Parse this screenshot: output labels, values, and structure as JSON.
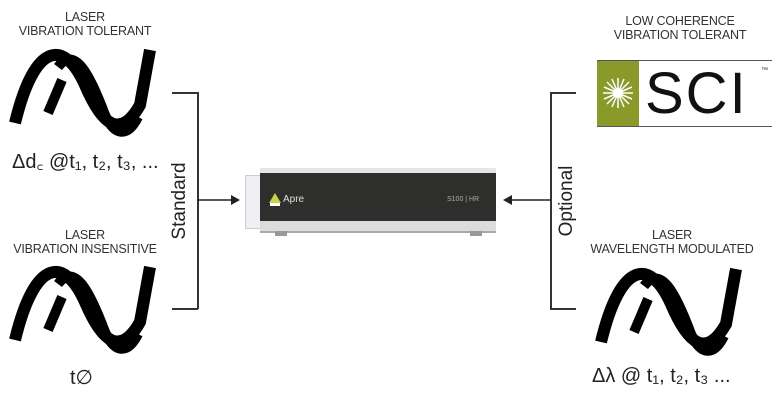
{
  "left_top": {
    "title_line1": "LASER",
    "title_line2": "VIBRATION TOLERANT",
    "formula": "Δd꜀ @t₁, t₂, t₃, ..."
  },
  "left_bottom": {
    "title_line1": "LASER",
    "title_line2": "VIBRATION INSENSITIVE",
    "formula": "t∅"
  },
  "right_top": {
    "title_line1": "LOW COHERENCE",
    "title_line2": "VIBRATION TOLERANT",
    "logo_text": "SCI",
    "logo_tm": "™"
  },
  "right_bottom": {
    "title_line1": "LASER",
    "title_line2": "WAVELENGTH MODULATED",
    "formula": "Δλ @ t₁, t₂, t₃ ..."
  },
  "left_bracket_label": "Standard",
  "right_bracket_label": "Optional",
  "device": {
    "brand": "Apre",
    "model": "S100 | HR"
  },
  "colors": {
    "sci_green": "#8a9a2a",
    "device_body": "#2e2f2d"
  }
}
